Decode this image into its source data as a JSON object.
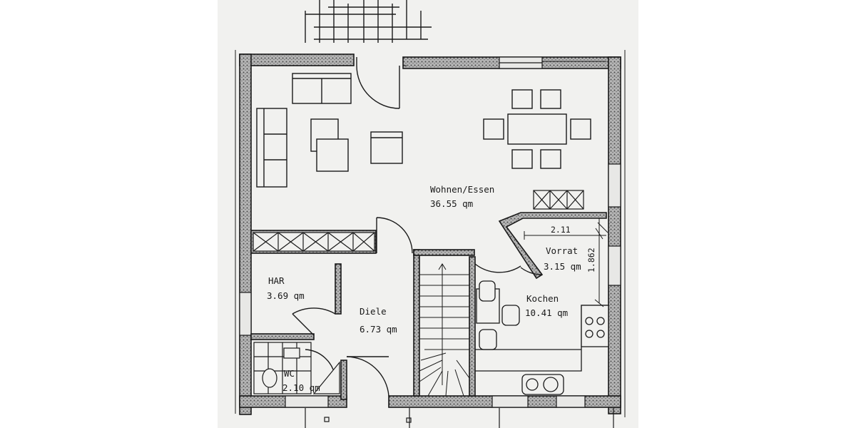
{
  "floor_plan": {
    "rooms": {
      "wohnen": {
        "name": "Wohnen/Essen",
        "area": "36.55 qm"
      },
      "har": {
        "name": "HAR",
        "area": "3.69 qm"
      },
      "diele": {
        "name": "Diele",
        "area": "6.73 qm"
      },
      "wc": {
        "name": "WC",
        "area": "2.10 qm"
      },
      "vorrat": {
        "name": "Vorrat",
        "area": "3.15 qm"
      },
      "kochen": {
        "name": "Kochen",
        "area": "10.41 qm"
      }
    },
    "dimensions": {
      "vorrat_width": "2.11",
      "vorrat_depth": "1.862"
    }
  },
  "colors": {
    "paper": "#f1f1ef",
    "ink": "#1a1a1a",
    "wall_fill": "#9a9a9a"
  }
}
